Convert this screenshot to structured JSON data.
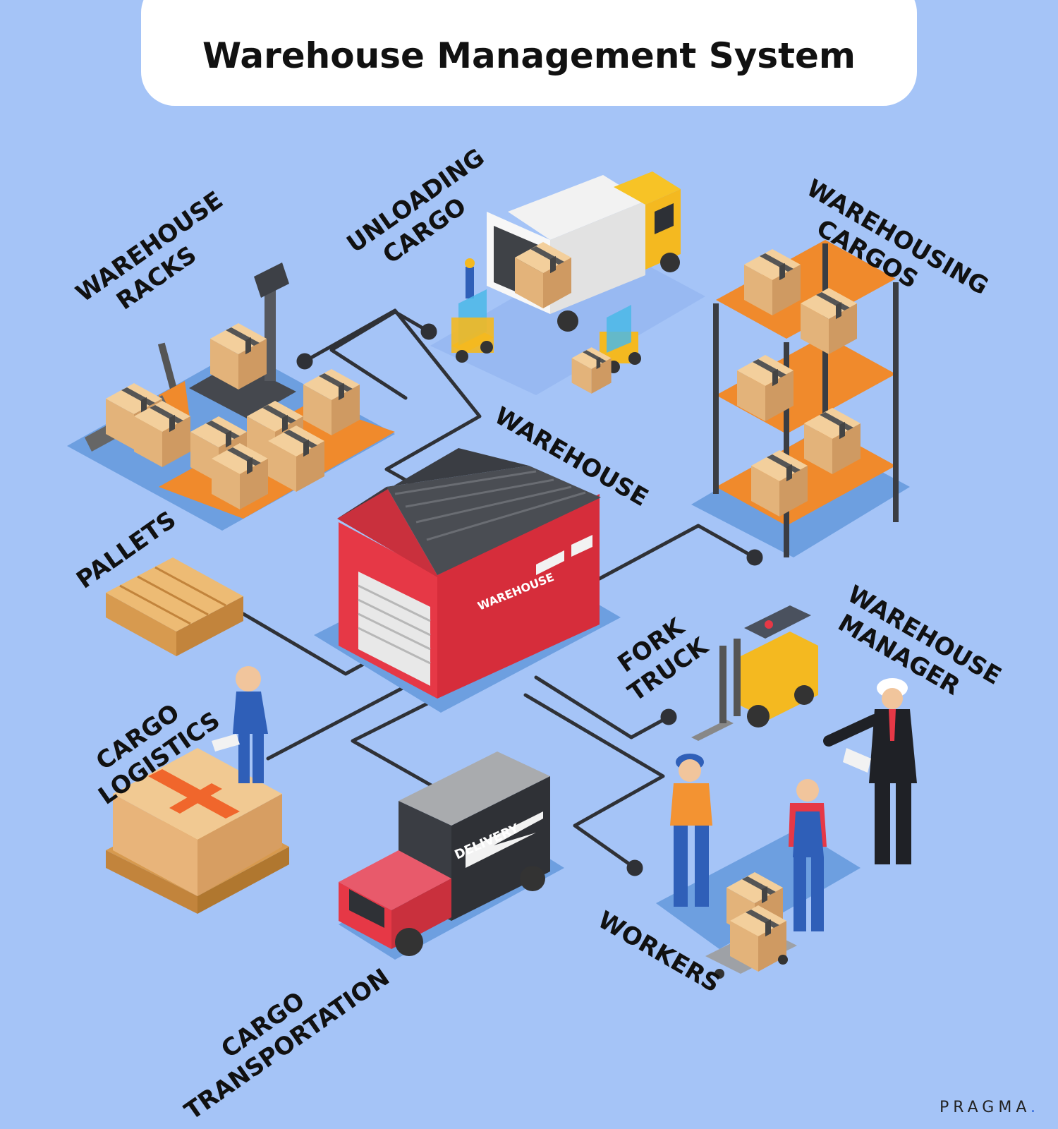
{
  "title": "Warehouse Management System",
  "labels": {
    "warehouse_racks": [
      "WAREHOUSE",
      "RACKS"
    ],
    "unloading_cargo": [
      "UNLOADING",
      "CARGO"
    ],
    "warehousing_cargos": [
      "WAREHOUSING",
      "CARGOS"
    ],
    "warehouse": "WAREHOUSE",
    "pallets": "PALLETS",
    "fork_truck": [
      "FORK",
      "TRUCK"
    ],
    "warehouse_manager": [
      "WAREHOUSE",
      "MANAGER"
    ],
    "cargo_logistics": [
      "CARGO",
      "LOGISTICS"
    ],
    "workers": "WORKERS",
    "cargo_transportation": [
      "CARGO",
      "TRANSPORTATION"
    ]
  },
  "illustration_text": {
    "building_sign": "WAREHOUSE",
    "truck_sign": "DELIVERY"
  },
  "brand": "PRAGMA",
  "colors": {
    "background": "#a5c4f7",
    "connector": "#2f3136",
    "building_red": "#e63846",
    "shelf_orange": "#f08a2c",
    "box_tan": "#e9bc86",
    "forklift_yellow": "#f4b920",
    "brand_dot": "#2b63d9"
  }
}
